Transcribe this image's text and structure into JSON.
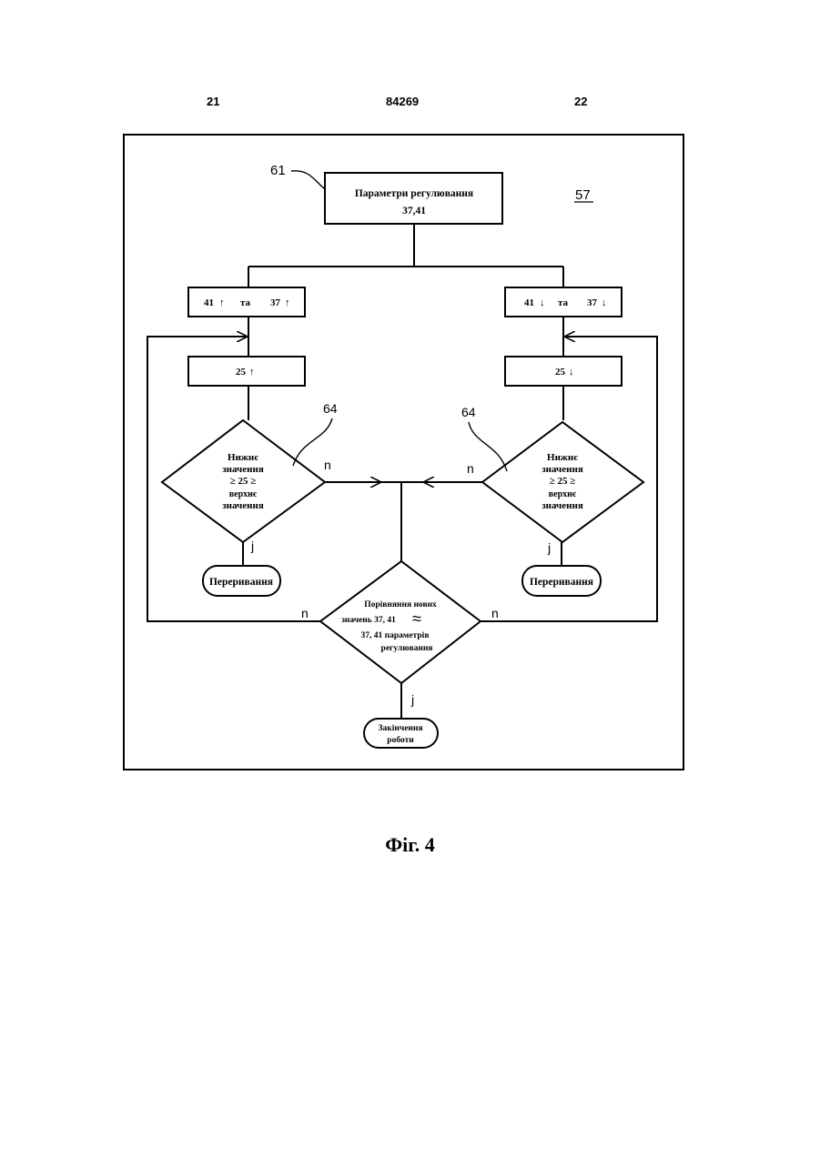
{
  "header": {
    "page_left": "21",
    "patent_number": "84269",
    "page_right": "22"
  },
  "diagram": {
    "frame_label": "57",
    "start_ref": "61",
    "start_box": {
      "line1": "Параметри  регулювання",
      "line2": "37,41"
    },
    "left_setup": {
      "a": "41",
      "conj": "та",
      "b": "37"
    },
    "right_setup": {
      "a": "41",
      "conj": "та",
      "b": "37"
    },
    "left_step": "25",
    "right_step": "25",
    "decision_ref_left": "64",
    "decision_ref_right": "64",
    "left_decision": {
      "line1": "Нижнє",
      "line2": "значення",
      "line3": "≥  25  ≥",
      "line4": "верхнє",
      "line5": "значення"
    },
    "right_decision": {
      "line1": "Нижнє",
      "line2": "значення",
      "line3": "≥  25  ≥",
      "line4": "верхнє",
      "line5": "значення"
    },
    "stop_left": "Переривання",
    "stop_right": "Переривання",
    "compare": {
      "line1": "Порівняння нових",
      "line2": "значень  37, 41",
      "approx": "≈",
      "line3": "37, 41  параметрів",
      "line4": "регулювання"
    },
    "end_box": {
      "line1": "Закінчення",
      "line2": "роботи"
    },
    "branch_no": "n",
    "branch_yes": "j"
  },
  "caption": "Фіг. 4"
}
